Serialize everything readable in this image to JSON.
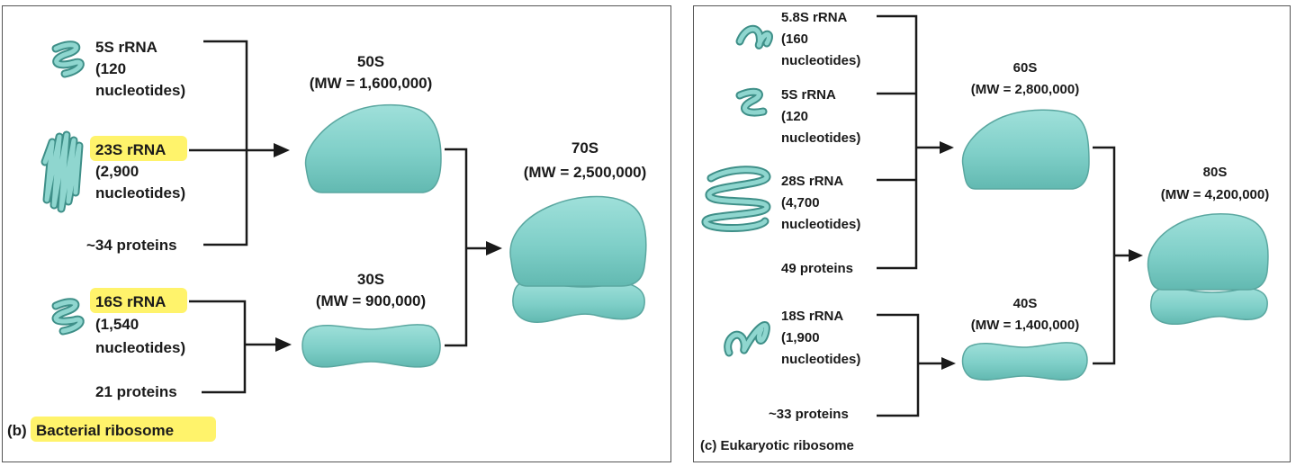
{
  "bacterial": {
    "rna5s": {
      "name": "5S rRNA",
      "size": "(120",
      "unit": "nucleotides)"
    },
    "rna23s": {
      "name": "23S rRNA",
      "size": "(2,900",
      "unit": "nucleotides)"
    },
    "proteins_large": "~34 proteins",
    "rna16s": {
      "name": "16S rRNA",
      "size": "(1,540",
      "unit": "nucleotides)"
    },
    "proteins_small": "21 proteins",
    "large": {
      "name": "50S",
      "mw": "(MW = 1,600,000)"
    },
    "small": {
      "name": "30S",
      "mw": "(MW = 900,000)"
    },
    "whole": {
      "name": "70S",
      "mw": "(MW = 2,500,000)"
    },
    "caption_prefix": "(b)",
    "caption": "Bacterial ribosome"
  },
  "eukaryotic": {
    "rna58s": {
      "name": "5.8S rRNA",
      "size": "(160",
      "unit": "nucleotides)"
    },
    "rna5s": {
      "name": "5S rRNA",
      "size": "(120",
      "unit": "nucleotides)"
    },
    "rna28s": {
      "name": "28S rRNA",
      "size": "(4,700",
      "unit": "nucleotides)"
    },
    "proteins_large": "49 proteins",
    "rna18s": {
      "name": "18S rRNA",
      "size": "(1,900",
      "unit": "nucleotides)"
    },
    "proteins_small": "~33 proteins",
    "large": {
      "name": "60S",
      "mw": "(MW = 2,800,000)"
    },
    "small": {
      "name": "40S",
      "mw": "(MW = 1,400,000)"
    },
    "whole": {
      "name": "80S",
      "mw": "(MW = 4,200,000)"
    },
    "caption": "(c) Eukaryotic ribosome"
  },
  "colors": {
    "subunit": "#7fcfc8",
    "subunit_edge": "#5aa7a0",
    "rna": "#3e8f88",
    "highlight": "#fff36b"
  }
}
